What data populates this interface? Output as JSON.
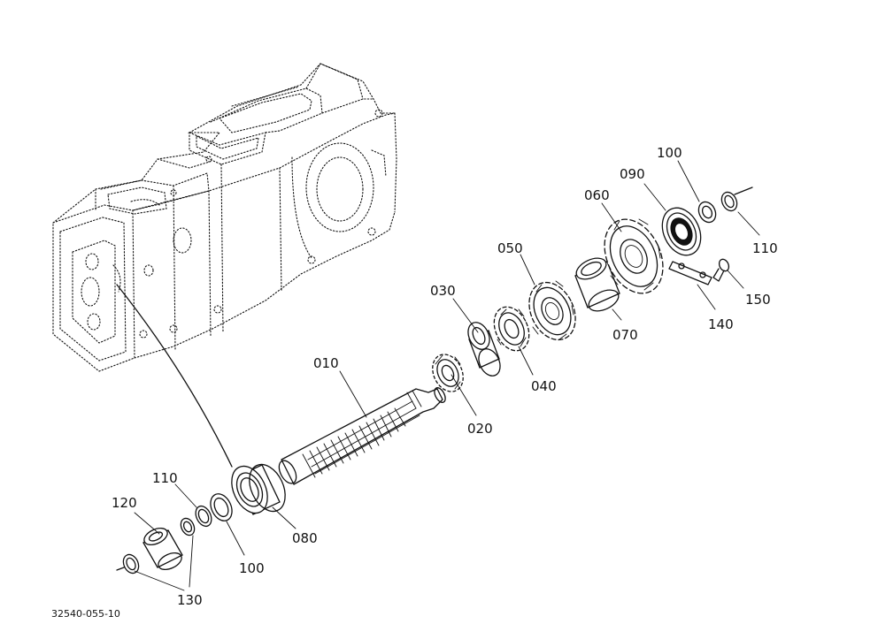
{
  "diagram": {
    "catalog_number": "32540-055-10",
    "parts": [
      {
        "id": "shaft",
        "label": "010"
      },
      {
        "id": "gear-small",
        "label": "020"
      },
      {
        "id": "collar",
        "label": "030"
      },
      {
        "id": "gear-040",
        "label": "040"
      },
      {
        "id": "gear-050",
        "label": "050"
      },
      {
        "id": "gear-060",
        "label": "060"
      },
      {
        "id": "bushing",
        "label": "070"
      },
      {
        "id": "bearing-front",
        "label": "080"
      },
      {
        "id": "bearing-rear",
        "label": "090"
      },
      {
        "id": "shim-rear",
        "label": "100"
      },
      {
        "id": "circlip-rear",
        "label": "110"
      },
      {
        "id": "plate",
        "label": "140"
      },
      {
        "id": "bolt",
        "label": "150"
      },
      {
        "id": "shim-front",
        "label": "100"
      },
      {
        "id": "circlip-front",
        "label": "110"
      },
      {
        "id": "sleeve",
        "label": "120"
      },
      {
        "id": "circlip-pair",
        "label": "130"
      }
    ]
  }
}
